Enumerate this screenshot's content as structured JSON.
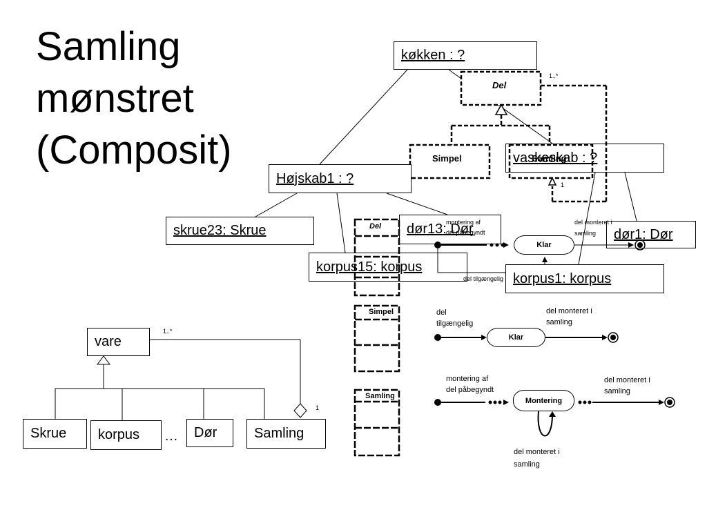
{
  "title": {
    "line1": "Samling",
    "line2": "mønstret",
    "line3": "(Composit)"
  },
  "top_diagram": {
    "del_class": "Del",
    "simpel_class": "Simpel",
    "samling_class": "Samling",
    "multiplicity_many": "1..*",
    "multiplicity_one": "1",
    "objects": {
      "koekken": "køkken : ?",
      "hoejskab1": "Højskab1 : ?",
      "vaskeskab": "vaskeskab : ?",
      "skrue23": "skrue23: Skrue",
      "doer13": "dør13: Dør",
      "korpus15": "korpus15: korpus",
      "korpus1": "korpus1: korpus",
      "doer1": "dør1: Dør"
    }
  },
  "bottom_diagram": {
    "vare": "vare",
    "multiplicity_many": "1..*",
    "multiplicity_one": "1",
    "skrue": "Skrue",
    "korpus": "korpus",
    "ellipsis": "…",
    "doer": "Dør",
    "samling": "Samling"
  },
  "state_diagrams": {
    "del": {
      "header": "Del",
      "start_label_line1": "montering af",
      "start_label_line2": "del påbegyndt",
      "state": "Klar",
      "end_label_line1": "del monteret i",
      "end_label_line2": "samling",
      "bottom_label": "del tilgængelig"
    },
    "simpel": {
      "header": "Simpel",
      "start_label_line1": "del",
      "start_label_line2": "tilgængelig",
      "state": "Klar",
      "end_label_line1": "del monteret i",
      "end_label_line2": "samling"
    },
    "samling": {
      "header": "Samling",
      "start_label_line1": "montering af",
      "start_label_line2": "del påbegyndt",
      "state": "Montering",
      "end_label_line1": "del monteret i",
      "end_label_line2": "samling",
      "self_label_line1": "del monteret i",
      "self_label_line2": "samling"
    }
  }
}
